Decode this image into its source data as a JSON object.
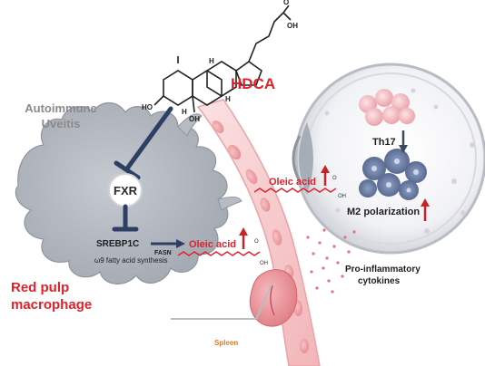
{
  "labels": {
    "hdca": "HDCA",
    "disease_line1": "Autoimmune",
    "disease_line2": "Uveitis",
    "fxr": "FXR",
    "srebp1c": "SREBP1C",
    "fasn": "FASN",
    "omega9": "ω9 fatty acid synthesis",
    "oleic_acid_cell": "Oleic acid",
    "oleic_acid_vessel": "Oleic acid",
    "cell_line1": "Red pulp",
    "cell_line2": "macrophage",
    "spleen": "Spleen",
    "th17": "Th17",
    "m2": "M2 polarization",
    "cyto_line1": "Pro-inflammatory",
    "cyto_line2": "cytokines",
    "oh": "OH",
    "ho": "HO",
    "o": "O",
    "h": "H"
  },
  "colors": {
    "hdca_red": "#e2202a",
    "label_grey": "#8a8a8a",
    "inhibit_navy": "#2e3f66",
    "vessel_pink": "#f3c7c9",
    "macrophage_grey": "#b7bcc4",
    "up_arrow_red": "#c8232c",
    "down_arrow_slate": "#3b4a5e"
  }
}
